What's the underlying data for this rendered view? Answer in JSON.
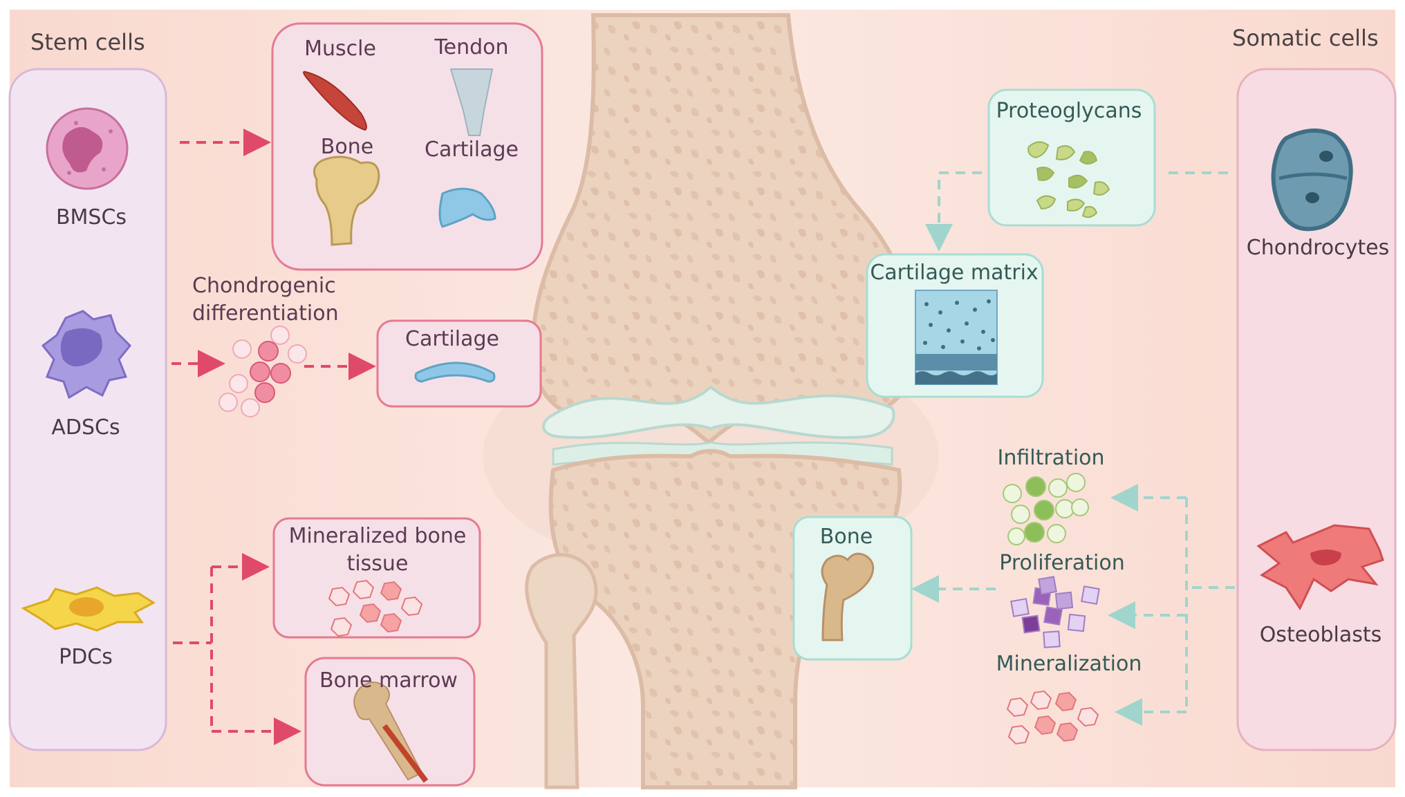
{
  "panels": {
    "stem_title": "Stem cells",
    "somatic_title": "Somatic cells"
  },
  "stem_cells": {
    "bmscs": "BMSCs",
    "adscs": "ADSCs",
    "pdcs": "PDCs"
  },
  "somatic_cells": {
    "chondrocytes": "Chondrocytes",
    "osteoblasts": "Osteoblasts"
  },
  "tissues_box": {
    "muscle": "Muscle",
    "tendon": "Tendon",
    "bone": "Bone",
    "cartilage": "Cartilage"
  },
  "chondrogenic": {
    "label": "Chondrogenic differentiation",
    "target": "Cartilage"
  },
  "pdc_targets": {
    "mineralized": "Mineralized bone tissue",
    "marrow": "Bone marrow"
  },
  "chondrocyte_products": {
    "proteoglycans": "Proteoglycans",
    "matrix": "Cartilage matrix"
  },
  "osteoblast_products": {
    "bone": "Bone",
    "infiltration": "Infiltration",
    "proliferation": "Proliferation",
    "mineralization": "Mineralization"
  },
  "colors": {
    "pink_arrow": "#e04a6a",
    "teal_arrow": "#9fd5cc",
    "pink_box": "#e47a92",
    "teal_box": "#a8ddd2"
  }
}
